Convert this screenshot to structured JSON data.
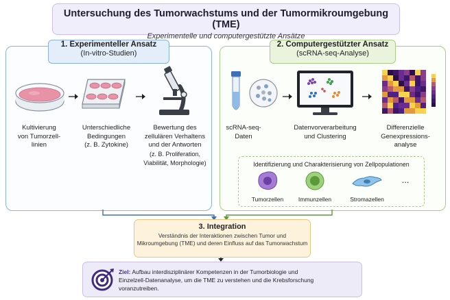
{
  "title": "Untersuchung des Tumorwachstums und der Tumormikroumgebung (TME)",
  "subtitle": "Experimentelle und computergestützte Ansätze",
  "left_panel": {
    "heading": "1. Experimenteller Ansatz",
    "subheading": "(In-vitro-Studien)",
    "steps": [
      {
        "line1": "Kultivierung",
        "line2": "von Tumorzell-",
        "line3": "linien"
      },
      {
        "line1": "Unterschiedliche",
        "line2": "Bedingungen",
        "line3": "(z. B. Zytokine)"
      },
      {
        "line1": "Bewertung des",
        "line2": "zellulären Verhaltens",
        "line3": "und der Antworten",
        "line4": "(z. B. Proliferation,",
        "line5": "Viabilität, Morphologie)"
      }
    ]
  },
  "right_panel": {
    "heading": "2. Computergestützter Ansatz",
    "subheading": "(scRNA-seq-Analyse)",
    "steps": [
      {
        "line1": "scRNA-seq-",
        "line2": "Daten"
      },
      {
        "line1": "Datenvorverarbeitung",
        "line2": "und Clustering"
      },
      {
        "line1": "Differenzielle",
        "line2": "Genexpressions-",
        "line3": "analyse"
      }
    ],
    "cell_box": {
      "heading": "Identifizierung und Charakterisierung von Zellpopulationen",
      "cells": [
        "Tumorzellen",
        "Immunzellen",
        "Stromazellen"
      ],
      "more": "..."
    }
  },
  "integration": {
    "heading": "3. Integration",
    "line1": "Verständnis der Interaktionen zwischen Tumor und",
    "line2": "Mikroumgebung (TME) und deren Einfluss auf das Tumorwachstum"
  },
  "goal": {
    "label": "Ziel:",
    "line1": "Aufbau interdisziplinärer Kompetenzen in der Tumorbiologie und",
    "line2": "Einzelzell-Datenanalyse, um die TME zu verstehen und die Krebsforschung",
    "line3": "voranzutreiben."
  },
  "colors": {
    "experimental": "#8bb2dc",
    "computational": "#a7cc88",
    "integration": "#e8c583",
    "goal": "#4a2e8c"
  }
}
